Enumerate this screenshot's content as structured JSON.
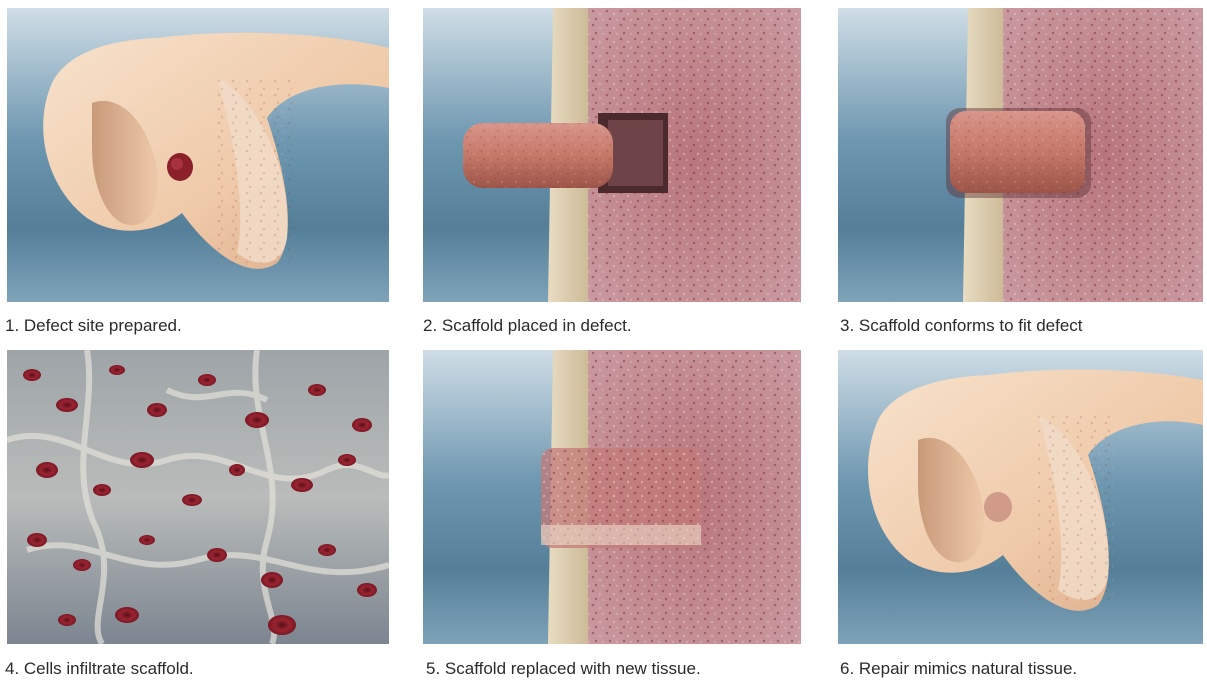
{
  "steps": [
    {
      "caption": "1. Defect site prepared."
    },
    {
      "caption": "2. Scaffold placed in defect."
    },
    {
      "caption": "3. Scaffold conforms to fit defect"
    },
    {
      "caption": "4. Cells infiltrate scaffold."
    },
    {
      "caption": "5. Scaffold replaced with new tissue."
    },
    {
      "caption": "6. Repair mimics natural tissue."
    }
  ],
  "colors": {
    "background_blue": "#5f8faa",
    "bone": "#f2d2b5",
    "tissue": "#b47a80",
    "scaffold": "#c98272",
    "blood_cell": "#8e1f2a"
  }
}
